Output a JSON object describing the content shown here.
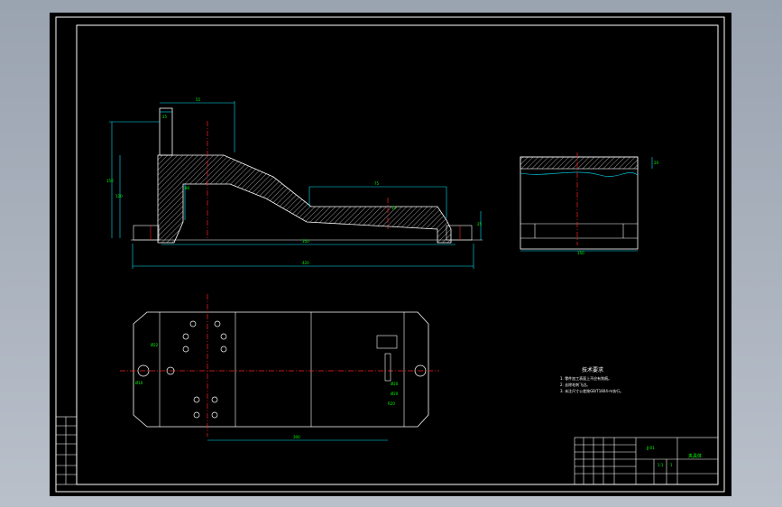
{
  "drawing": {
    "front_view": {
      "dimensions": [
        "55",
        "25",
        "80",
        "150",
        "120",
        "75",
        "13",
        "350",
        "420",
        "25"
      ]
    },
    "side_view": {
      "dimensions": [
        "20",
        "150"
      ]
    },
    "plan_view": {
      "dimensions": [
        "Ø22",
        "Ø10",
        "300",
        "Ø20",
        "Ø20",
        "R20"
      ]
    },
    "technical_requirements": {
      "title": "技术要求",
      "items": [
        "1. 零件加工表面上不应有划痕。",
        "2. 去除毛刺飞边。",
        "3. 未注尺寸公差按GB/T1804-m执行。"
      ]
    },
    "title_block": {
      "drawing_number": "JJ-01",
      "part_name": "夹具体",
      "scale": "1:1",
      "count": "1"
    }
  }
}
